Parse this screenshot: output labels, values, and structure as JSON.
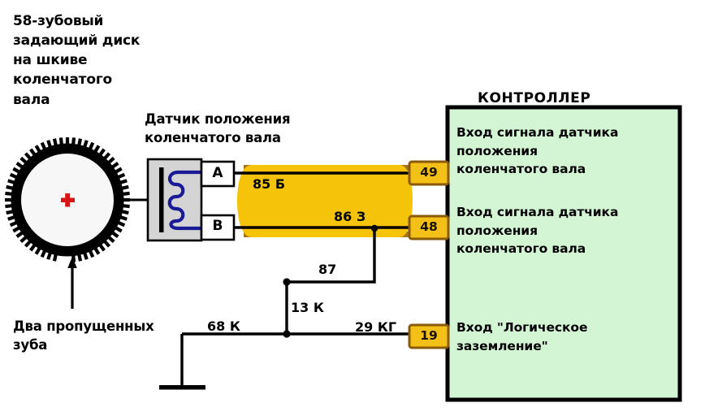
{
  "diagram": {
    "title_disc": "58-зубовый\nзадающий диск\nна шкиве\nколенчатого\nвала",
    "title_sensor": "Датчик положения\nколенчатого вала",
    "title_controller": "КОНТРОЛЛЕР",
    "note_missing_teeth": "Два пропущенных\nзуба"
  },
  "toothed_wheel": {
    "teeth_total": 58,
    "missing_teeth": 2,
    "center_mark": "+",
    "center_mark_color": "#d91414",
    "ring_color": "#000000",
    "hub_color": "#f7f7f7"
  },
  "sensor": {
    "body_color": "#d4d4d4",
    "coil_color": "#1a1a96",
    "core_color": "#000000",
    "terminals": [
      {
        "id": "term-a",
        "label": "A"
      },
      {
        "id": "term-b",
        "label": "B"
      }
    ]
  },
  "harness": {
    "sleeve_color": "#f5c40a",
    "sleeve_edge_color": "#a8741a"
  },
  "wires": [
    {
      "id": "wire-85",
      "label": "85 Б"
    },
    {
      "id": "wire-86",
      "label": "86 З"
    },
    {
      "id": "wire-87",
      "label": "87"
    },
    {
      "id": "wire-13",
      "label": "13 К"
    },
    {
      "id": "wire-68",
      "label": "68 К"
    },
    {
      "id": "wire-29",
      "label": "29 КГ"
    }
  ],
  "controller": {
    "fill_color": "#d4f5d4",
    "border_color": "#000000",
    "pin_badge_fill": "#f2c017",
    "pin_badge_border": "#8a5a08",
    "pins": [
      {
        "number": "49",
        "description": "Вход сигнала датчика\nположения\nколенчатого вала"
      },
      {
        "number": "48",
        "description": "Вход сигнала датчика\nположения\nколенчатого вала"
      },
      {
        "number": "19",
        "description": "Вход \"Логическое\nзаземление\""
      }
    ]
  },
  "ground_symbol": {
    "name": "chassis-ground"
  }
}
